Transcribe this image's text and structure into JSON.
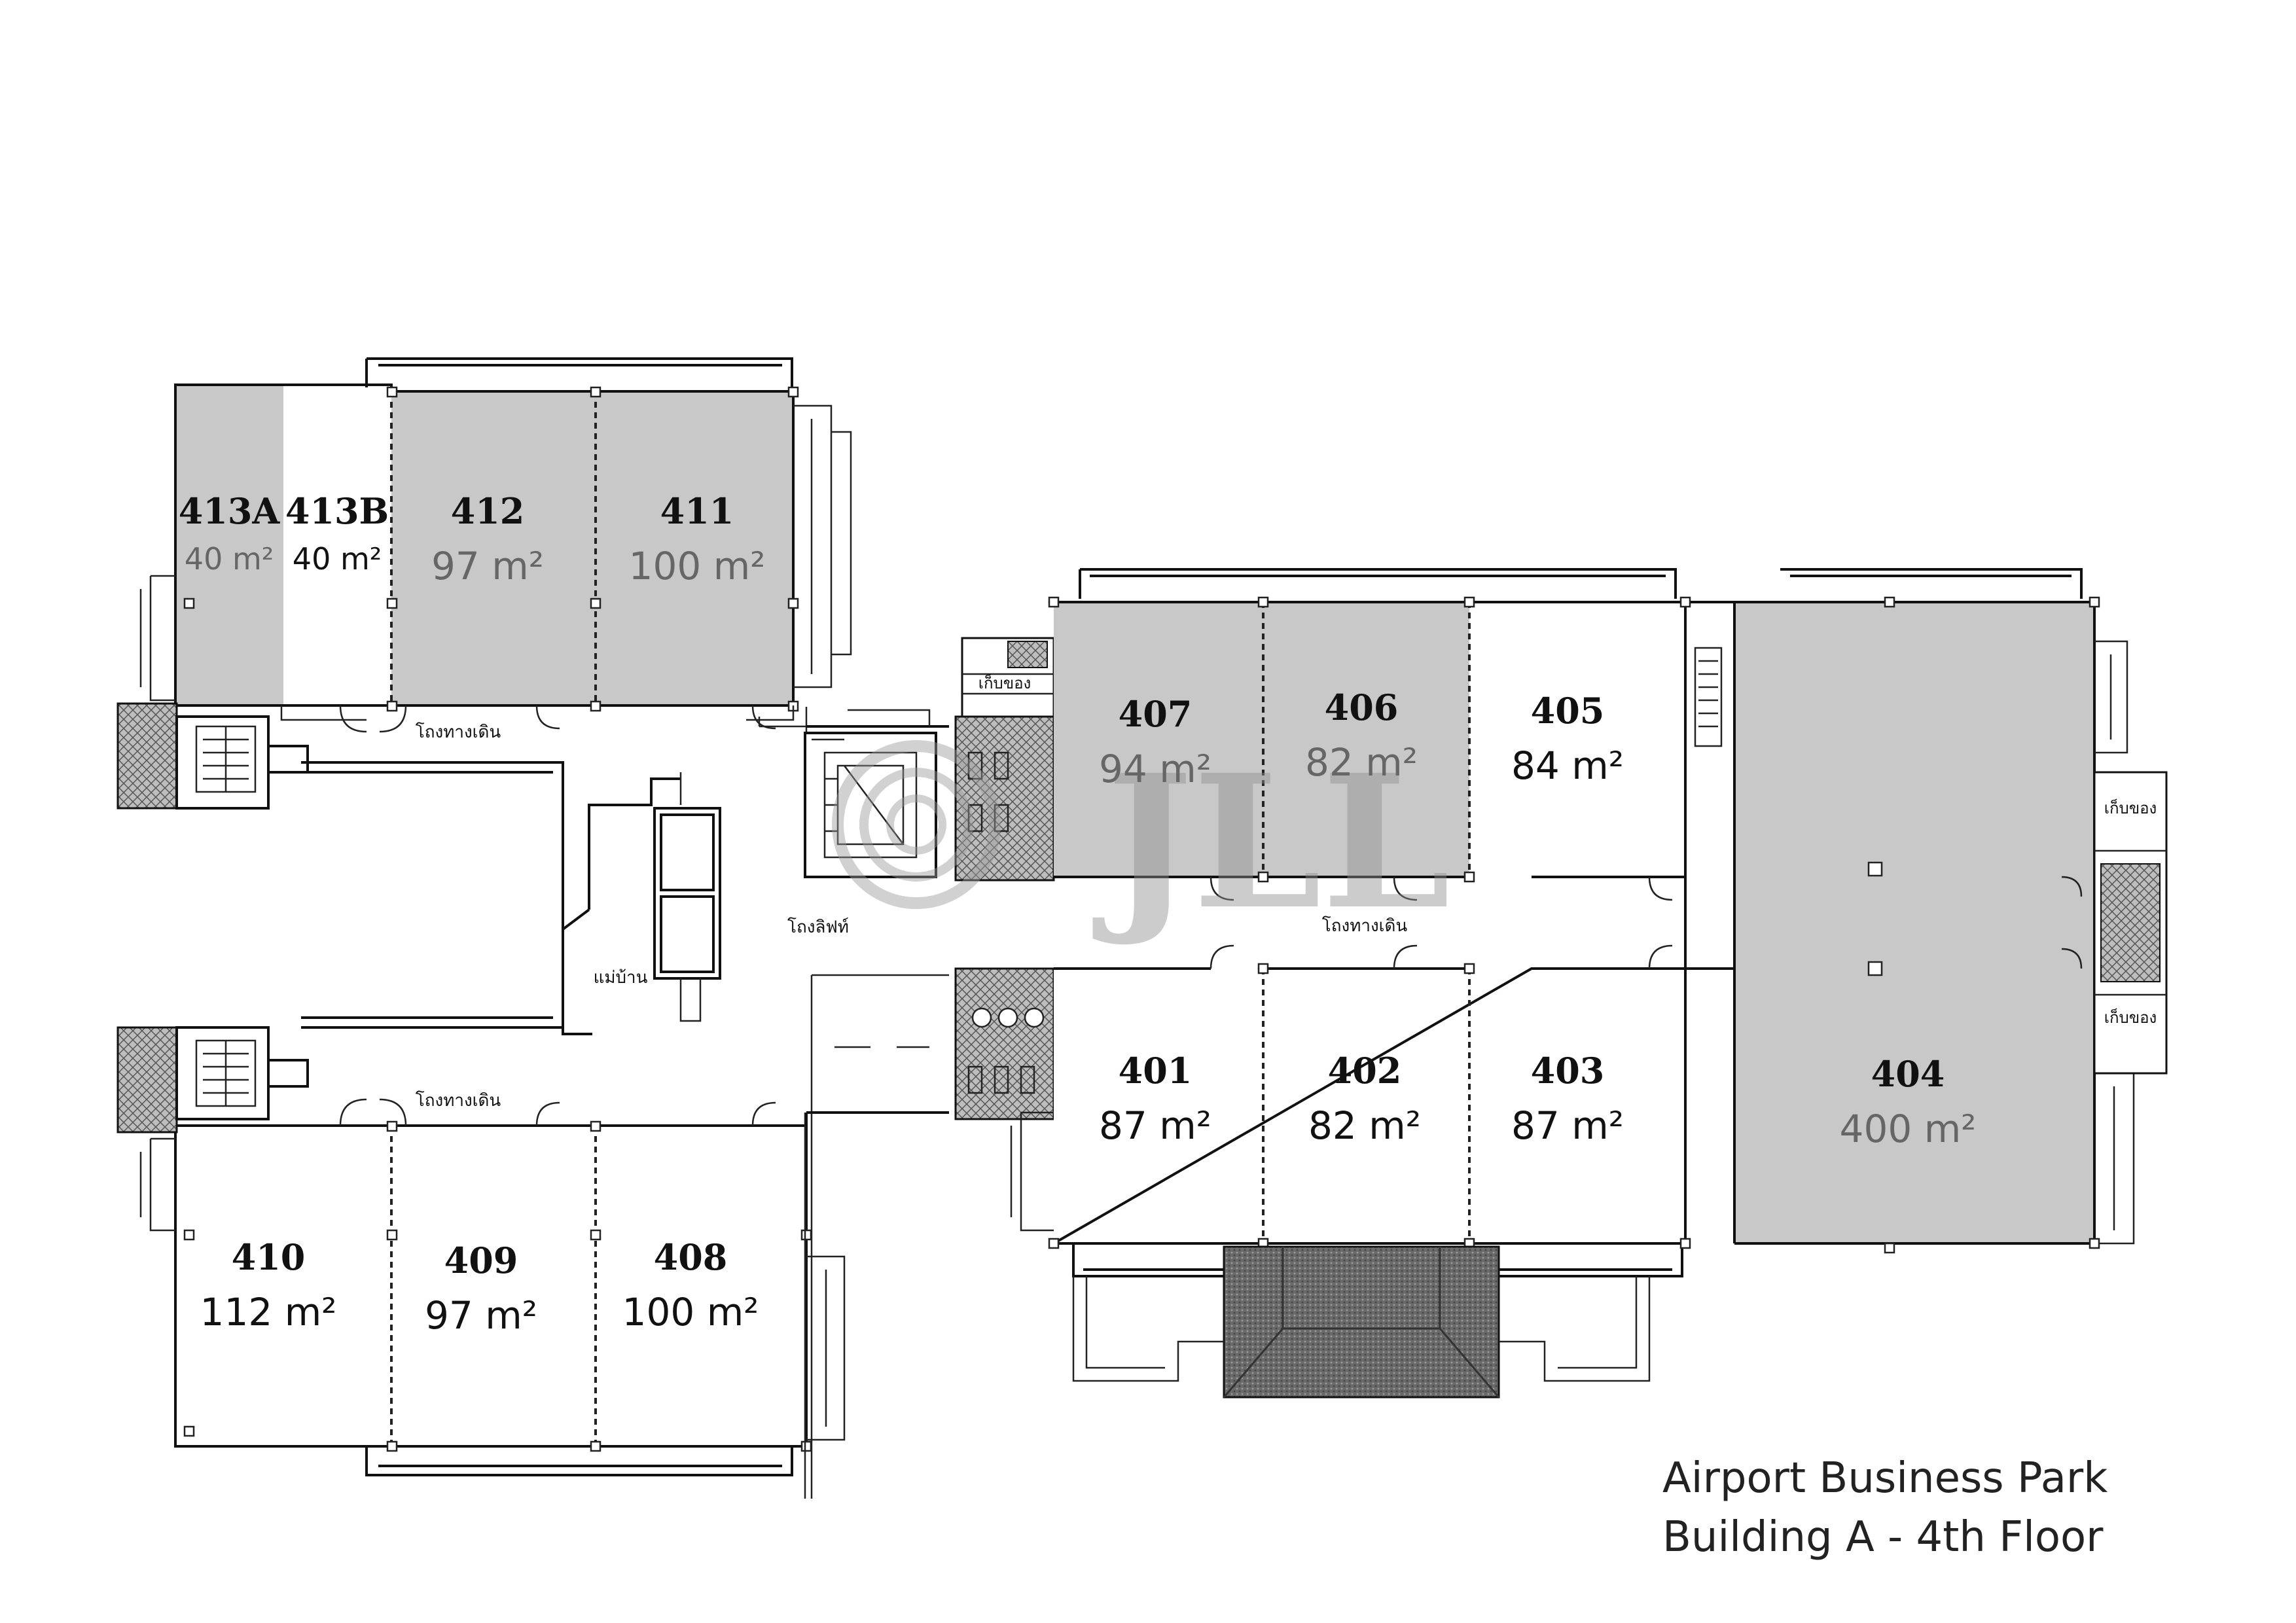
{
  "units": [
    {
      "id": "413A",
      "area": "40 m²",
      "leased": true
    },
    {
      "id": "413B",
      "area": "40 m²",
      "leased": false
    },
    {
      "id": "412",
      "area": "97 m²",
      "leased": true
    },
    {
      "id": "411",
      "area": "100 m²",
      "leased": true
    },
    {
      "id": "407",
      "area": "94 m²",
      "leased": true
    },
    {
      "id": "406",
      "area": "82 m²",
      "leased": true
    },
    {
      "id": "405",
      "area": "84 m²",
      "leased": false
    },
    {
      "id": "404",
      "area": "400 m²",
      "leased": true
    },
    {
      "id": "401",
      "area": "87 m²",
      "leased": false
    },
    {
      "id": "402",
      "area": "82 m²",
      "leased": false
    },
    {
      "id": "403",
      "area": "87 m²",
      "leased": false
    },
    {
      "id": "410",
      "area": "112 m²",
      "leased": false
    },
    {
      "id": "409",
      "area": "97 m²",
      "leased": false
    },
    {
      "id": "408",
      "area": "100 m²",
      "leased": false
    }
  ],
  "labels": {
    "corridor_top_left": "โถงทางเดิน",
    "corridor_bottom_left": "โถงทางเดิน",
    "corridor_right": "โถงทางเดิน",
    "lift_hall": "โถงลิฟท์",
    "housekeeping": "แม่บ้าน",
    "storage_1": "เก็บของ",
    "storage_2": "เก็บของ",
    "storage_3": "เก็บของ"
  },
  "watermark": "JLL",
  "caption": {
    "line1": "Airport Business Park",
    "line2": "Building A - 4th Floor"
  },
  "colors": {
    "leased_fill": "#c8c8c8",
    "vacant_fill": "#ffffff",
    "wall": "#111111",
    "entrance_fill": "#6e6e6e"
  }
}
